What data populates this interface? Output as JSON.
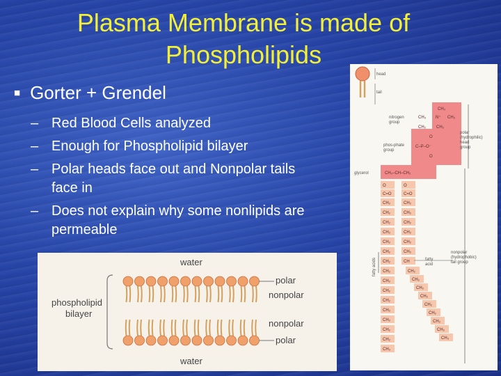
{
  "slide": {
    "title_line1": "Plasma Membrane is made of",
    "title_line2": "Phospholipids",
    "bullet": "Gorter + Grendel",
    "sub_bullets": [
      "Red Blood Cells analyzed",
      "Enough for Phospholipid bilayer",
      "Polar heads face out and Nonpolar tails face in",
      "Does not explain why some nonlipids are permeable"
    ],
    "dash": "–"
  },
  "bilayer_figure": {
    "water_top": "water",
    "water_bottom": "water",
    "label_left_line1": "phospholipid",
    "label_left_line2": "bilayer",
    "polar_top": "polar",
    "nonpolar_top": "nonpolar",
    "nonpolar_bottom": "nonpolar",
    "polar_bottom": "polar"
  },
  "structure_figure": {
    "head": "head",
    "tail": "tail",
    "nitrogen_group_1": "nitrogen",
    "nitrogen_group_2": "group",
    "phosphate_1": "phos-phate",
    "phosphate_2": "group",
    "glycerol": "glycerol",
    "polar_1": "polar",
    "polar_2": "(hydrophilic)",
    "polar_3": "head",
    "polar_4": "group",
    "nonpolar_1": "nonpolar",
    "nonpolar_2": "(hydrophobic)",
    "nonpolar_3": "tail group",
    "fatty_acid": "fatty acids",
    "fatty_label_1": "fatty",
    "fatty_label_2": "acid",
    "ch3": "CH₃",
    "ch2": "CH₂",
    "ch": "CH",
    "c_eq_o": "C=O",
    "o": "O",
    "n_plus": "N⁺",
    "p_line": "C–P–O⁻",
    "o_minus": "O",
    "ch_row": "CH₂–CH–CH₂"
  },
  "colors": {
    "title": "#f2ef39",
    "text": "#ffffff",
    "head_orange": "#f0a06a",
    "tail_tan": "#d4a060",
    "polar_pink": "#f08a8a",
    "chain_peach": "#f6c7ad"
  }
}
